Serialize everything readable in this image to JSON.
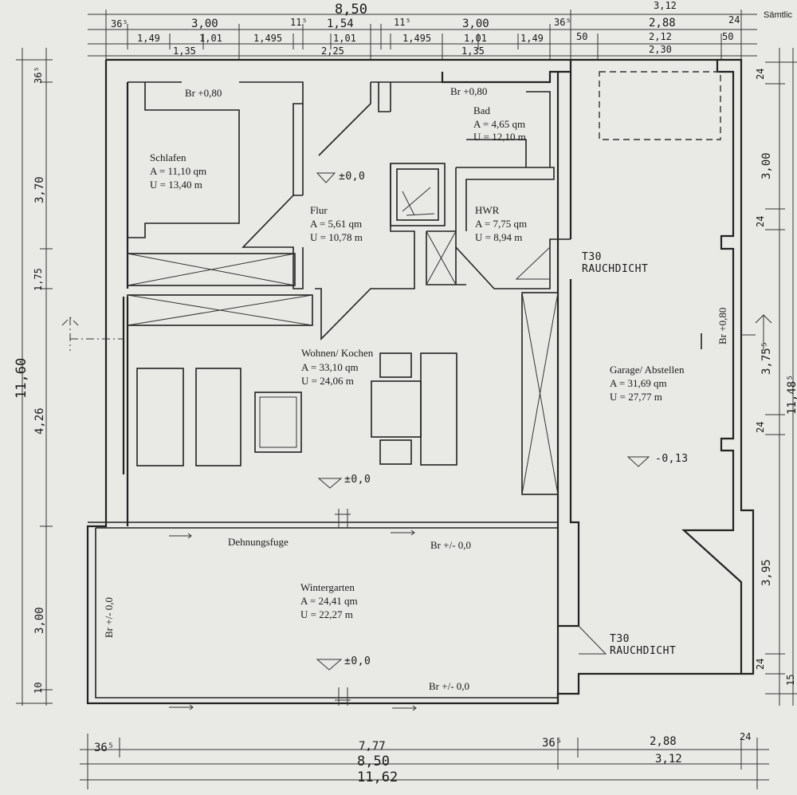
{
  "header_note": "Sämtlic",
  "top_dims": {
    "total": "8,50",
    "right_total": "3,12",
    "row1": [
      "36⁵",
      "3,00",
      "11⁵",
      "1,54",
      "11⁵",
      "3,00",
      "36⁵",
      "2,88",
      "24"
    ],
    "row2": [
      "1,49",
      "1,01",
      "1,495",
      "1,01",
      "1,495",
      "1,01",
      "1,49",
      "50",
      "2,12",
      "50"
    ],
    "row3": [
      "1,35",
      "2,25",
      "1,35",
      "2,30"
    ]
  },
  "bottom_dims": {
    "row1": [
      "36⁵",
      "7,77",
      "36⁵",
      "2,88",
      "24"
    ],
    "row2": [
      "8,50",
      "3,12"
    ],
    "row3": "11,62"
  },
  "left_dims": {
    "total": "11,60",
    "segments": [
      "36⁵",
      "3,70",
      "1,75",
      "4,26",
      "3,00",
      "10"
    ]
  },
  "right_dims": {
    "total": "11,48⁵",
    "segments": [
      "24",
      "3,00",
      "24",
      "3,75⁵",
      "24",
      "3,95",
      "24",
      "15"
    ]
  },
  "rooms": {
    "schlafen": {
      "name": "Schlafen",
      "area": "A = 11,10 qm",
      "perimeter": "U = 13,40 m",
      "sill": "Br +0,80"
    },
    "bad": {
      "name": "Bad",
      "area": "A = 4,65 qm",
      "perimeter": "U = 12,10 m",
      "sill": "Br +0,80"
    },
    "flur": {
      "name": "Flur",
      "area": "A = 5,61 qm",
      "perimeter": "U = 10,78 m",
      "level": "±0,0"
    },
    "hwr": {
      "name": "HWR",
      "area": "A = 7,75 qm",
      "perimeter": "U = 8,94 m"
    },
    "wohnen": {
      "name": "Wohnen/ Kochen",
      "area": "A = 33,10 qm",
      "perimeter": "U = 24,06 m",
      "level": "±0,0"
    },
    "garage": {
      "name": "Garage/ Abstellen",
      "area": "A = 31,69 qm",
      "perimeter": "U = 27,77 m",
      "level": "-0,13",
      "sill": "Br +0,80"
    },
    "wintergarten": {
      "name": "Wintergarten",
      "area": "A = 24,41 qm",
      "perimeter": "U = 22,27 m",
      "level": "±0,0",
      "sill_left": "Br +/- 0,0",
      "sill_top": "Br +/- 0,0",
      "sill_bottom": "Br +/- 0,0"
    }
  },
  "notes": {
    "dehnungsfuge": "Dehnungsfuge",
    "t30_upper": [
      "T30",
      "RAUCHDICHT"
    ],
    "t30_lower": [
      "T30",
      "RAUCHDICHT"
    ]
  }
}
